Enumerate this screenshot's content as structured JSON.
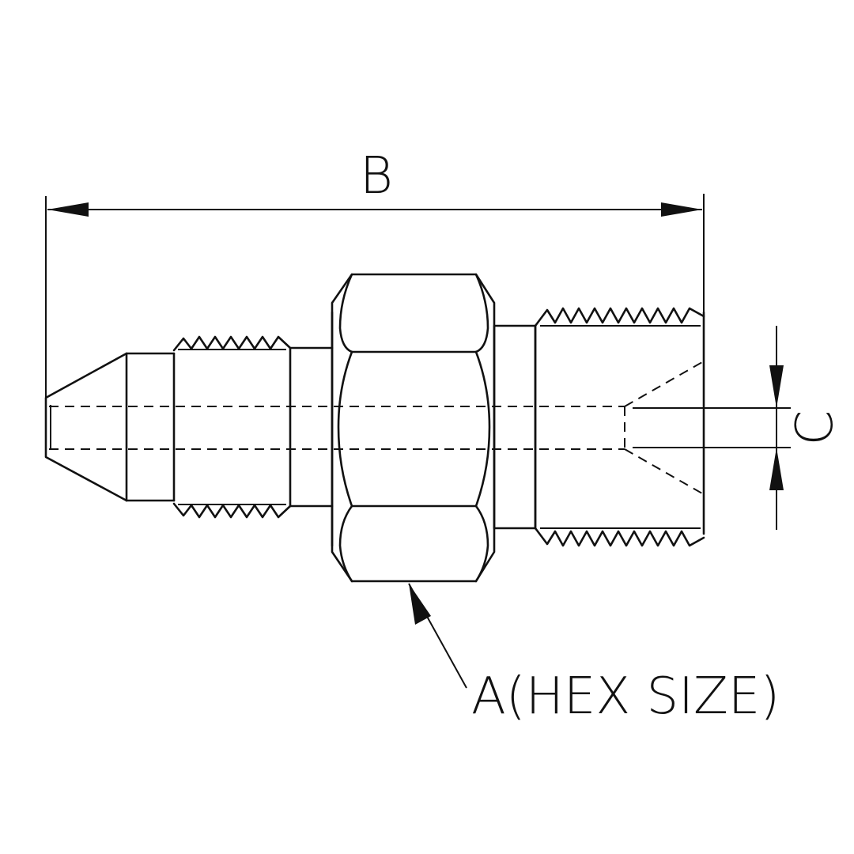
{
  "diagram": {
    "dimensions": {
      "overall_length": {
        "label": "B"
      },
      "bore": {
        "label": "C"
      },
      "hex": {
        "label": "A(HEX SIZE)"
      }
    },
    "colors": {
      "line": "#111111",
      "background": "#ffffff"
    }
  }
}
